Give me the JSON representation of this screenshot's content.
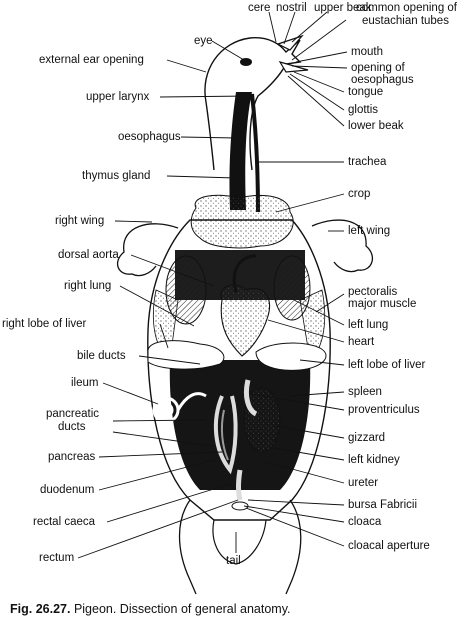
{
  "caption": {
    "figure_number": "Fig. 26.27.",
    "text": "Pigeon. Dissection of general anatomy."
  },
  "labels": {
    "cere": "cere",
    "nostril": "nostril",
    "upper_beak": "upper beak",
    "eustachian_1": "common opening of",
    "eustachian_2": "eustachian tubes",
    "eye": "eye",
    "external_ear": "external ear opening",
    "mouth": "mouth",
    "oesophagus_opening_1": "opening of",
    "oesophagus_opening_2": "oesophagus",
    "tongue": "tongue",
    "glottis": "glottis",
    "lower_beak": "lower beak",
    "upper_larynx": "upper larynx",
    "oesophagus": "oesophagus",
    "trachea": "trachea",
    "thymus_gland": "thymus gland",
    "crop": "crop",
    "right_wing": "right wing",
    "left_wing": "left wing",
    "dorsal_aorta": "dorsal aorta",
    "right_lung": "right lung",
    "pectoralis_1": "pectoralis",
    "pectoralis_2": "major muscle",
    "left_lung": "left lung",
    "right_lobe_liver": "right lobe of liver",
    "heart": "heart",
    "bile_ducts": "bile ducts",
    "left_lobe_liver": "left lobe of liver",
    "ileum": "ileum",
    "spleen": "spleen",
    "proventriculus": "proventriculus",
    "pancreatic_1": "pancreatic",
    "pancreatic_2": "ducts",
    "gizzard": "gizzard",
    "pancreas": "pancreas",
    "left_kidney": "left kidney",
    "duodenum": "duodenum",
    "ureter": "ureter",
    "bursa": "bursa Fabricii",
    "rectal_caeca": "rectal caeca",
    "cloaca": "cloaca",
    "rectum": "rectum",
    "cloacal_aperture": "cloacal aperture",
    "tail": "tail"
  }
}
